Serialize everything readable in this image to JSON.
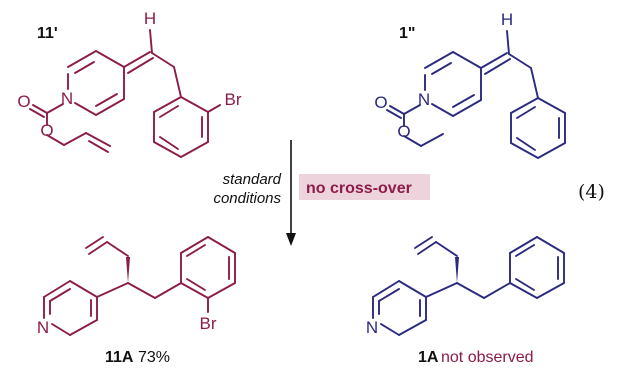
{
  "colors": {
    "maroon": "#8c1c4a",
    "navy": "#2b2a7e",
    "black": "#111111",
    "highlight": "#ecd3dc"
  },
  "compounds": {
    "c11p": {
      "label": "11'",
      "atoms": {
        "H": "H",
        "Br": "Br",
        "N": "N",
        "O1": "O",
        "O2": "O"
      }
    },
    "c1pp": {
      "label": "1\"",
      "atoms": {
        "H": "H",
        "N": "N",
        "O1": "O",
        "O2": "O"
      }
    },
    "c11A": {
      "label": "11A",
      "yield": "73%",
      "atoms": {
        "N": "N",
        "Br": "Br"
      }
    },
    "c1A": {
      "label": "1A",
      "result": "not observed",
      "atoms": {
        "N": "N"
      }
    }
  },
  "arrow": {
    "line1": "standard",
    "line2": "conditions"
  },
  "crossover_note": "no cross-over",
  "equation_number": "(4)"
}
